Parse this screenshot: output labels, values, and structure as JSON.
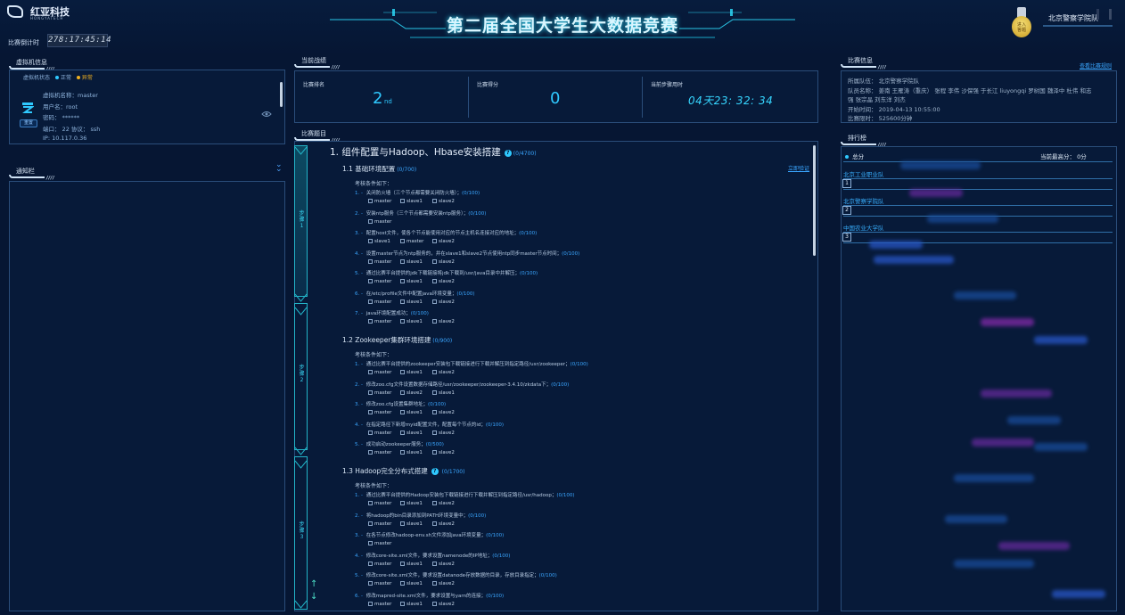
{
  "brand": {
    "name": "红亚科技",
    "subname": "HONGYATECH"
  },
  "title": "第二届全国大学生大数据竞赛",
  "countdown": {
    "label": "比赛倒计时",
    "value": "278:17:45:14"
  },
  "user": {
    "badge": "进入\n答题",
    "team": "北京警察学院队"
  },
  "vm": {
    "header": "虚拟机信息",
    "status_label": "虚拟机状态",
    "normal": "正常",
    "abnormal": "异常",
    "restart": "重置",
    "name": "虚拟机名称：master",
    "username": "用户名：root",
    "password": "密码：  ******",
    "port": "端口：  22    协议：  ssh",
    "ip": "IP:  10.117.0.36"
  },
  "notice": {
    "header": "通知栏"
  },
  "current": {
    "header": "当前战绩",
    "rank_label": "比赛排名",
    "rank": "2",
    "rank_suffix": "nd",
    "score_label": "比赛得分",
    "score": "0",
    "time_label": "当前步骤用时",
    "time": "04天23:  32:  34"
  },
  "tasks": {
    "header": "比赛题目",
    "steps": [
      "步骤1",
      "步骤2",
      "步骤3"
    ],
    "verify": "立即验证",
    "main_title": "1. 组件配置与Hadoop、Hbase安装搭建",
    "main_points": "(0/4700)",
    "cond_label": "考核条件如下：",
    "sections": [
      {
        "title": "1.1 基础环境配置",
        "points": "(0/700)",
        "items": [
          {
            "n": "1. -",
            "t": "关闭防火墙（三个节点都需要关闭防火墙）；",
            "p": "(0/100)",
            "nodes": [
              "master",
              "slave1",
              "slave2"
            ]
          },
          {
            "n": "2. -",
            "t": "安装ntp服务（三个节点都需要安装ntp服务）；",
            "p": "(0/100)",
            "nodes": [
              "master"
            ]
          },
          {
            "n": "3. -",
            "t": "配置host文件，使各个节点能使用对应的节点主机名连接对应的地址；",
            "p": "(0/100)",
            "nodes": [
              "slave1",
              "master",
              "slave2"
            ]
          },
          {
            "n": "4. -",
            "t": "设置master节点为ntp服务的，并在slave1和slave2节点使用ntp同步master节点时间；",
            "p": "(0/100)",
            "nodes": [
              "master",
              "slave1",
              "slave2"
            ]
          },
          {
            "n": "5. -",
            "t": "通过比赛平台提供的jdk下载链接将jdk下载到/usr/java目录中并解压；",
            "p": "(0/100)",
            "nodes": [
              "master",
              "slave1",
              "slave2"
            ]
          },
          {
            "n": "6. -",
            "t": "在/etc/profile文件中配置java环境变量；",
            "p": "(0/100)",
            "nodes": [
              "master",
              "slave1",
              "slave2"
            ]
          },
          {
            "n": "7. -",
            "t": "java环境配置成功；",
            "p": "(0/100)",
            "nodes": [
              "master",
              "slave1",
              "slave2"
            ]
          }
        ]
      },
      {
        "title": "1.2 Zookeeper集群环境搭建",
        "points": "(0/900)",
        "items": [
          {
            "n": "1. -",
            "t": "通过比赛平台提供的zookeeper安装包下载链接进行下载并解压到指定路径/usr/zookeeper；",
            "p": "(0/100)",
            "nodes": [
              "master",
              "slave1",
              "slave2"
            ]
          },
          {
            "n": "2. -",
            "t": "修改zoo.cfg文件设置数据存储路径/usr/zookeeper/zookeeper-3.4.10/zkdata下；",
            "p": "(0/100)",
            "nodes": [
              "master",
              "slave2",
              "slave1"
            ]
          },
          {
            "n": "3. -",
            "t": "修改zoo.cfg设置集群地址；",
            "p": "(0/100)",
            "nodes": [
              "master",
              "slave1",
              "slave2"
            ]
          },
          {
            "n": "4. -",
            "t": "在指定路径下新增myid配置文件，配置每个节点的id；",
            "p": "(0/100)",
            "nodes": [
              "master",
              "slave1",
              "slave2"
            ]
          },
          {
            "n": "5. -",
            "t": "成功启动zookeeper服务；",
            "p": "(0/500)",
            "nodes": [
              "master",
              "slave1",
              "slave2"
            ]
          }
        ]
      },
      {
        "title": "1.3 Hadoop完全分布式搭建",
        "points": "(0/1700)",
        "items": [
          {
            "n": "1. -",
            "t": "通过比赛平台提供的Hadoop安装包下载链接进行下载并解压到指定路径/usr/hadoop；",
            "p": "(0/100)",
            "nodes": [
              "master",
              "slave1",
              "slave2"
            ]
          },
          {
            "n": "2. -",
            "t": "将hadoop的bin目录添加到PATH环境变量中；",
            "p": "(0/100)",
            "nodes": [
              "master",
              "slave1",
              "slave2"
            ]
          },
          {
            "n": "3. -",
            "t": "在各节点修改hadoop-env.sh文件添加java环境变量；",
            "p": "(0/100)",
            "nodes": [
              "master"
            ]
          },
          {
            "n": "4. -",
            "t": "修改core-site.xml文件，要求设置namenode的IP地址；",
            "p": "(0/100)",
            "nodes": [
              "master",
              "slave1",
              "slave2"
            ]
          },
          {
            "n": "5. -",
            "t": "修改core-site.xml文件，要求设置datanode存放数据的目录，存放目录指定；",
            "p": "(0/100)",
            "nodes": [
              "master",
              "slave1",
              "slave2"
            ]
          },
          {
            "n": "6. -",
            "t": "修改mapred-site.xml文件，要求设置与yarn的连接；",
            "p": "(0/100)",
            "nodes": [
              "master",
              "slave1",
              "slave2"
            ]
          }
        ]
      }
    ]
  },
  "info": {
    "header": "比赛信息",
    "rules": "查看比赛规则",
    "team": "所属队伍：  北京警察学院队",
    "members_1": "队员名称：  姜南 王雁涛（重庆） 张程 李伟 沙保强 于长江 liuyongqi 罗树国 魏泽中 杜伟 和志",
    "members_2": "          强 张宗晶 刘东洋 刘杰",
    "start": "开始时间：  2019-04-13 10:55:00",
    "duration": "比赛限时：  525600分钟"
  },
  "ranking": {
    "header": "排行榜",
    "total": "总分",
    "high": "当前最高分：  0分",
    "teams": [
      {
        "rank": "1",
        "name": "北京工业职业队"
      },
      {
        "rank": "2",
        "name": "北京警察学院队"
      },
      {
        "rank": "3",
        "name": "中国农业大学队"
      }
    ]
  },
  "colors": {
    "accent": "#2fc9ff",
    "link": "#3aa6ff",
    "bg": "#061633",
    "border": "#2a4d7a",
    "ok": "#2fc9ff",
    "warn": "#f0b020"
  }
}
